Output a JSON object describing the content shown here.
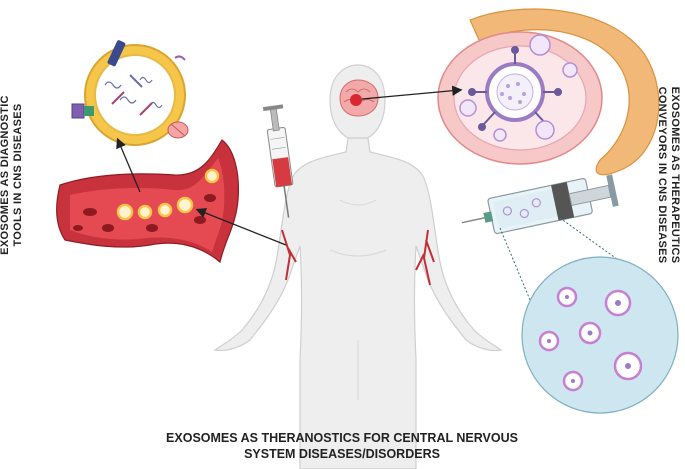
{
  "labels": {
    "left_line1": "EXOSOMES AS DIAGNOSTIC",
    "left_line2": "TOOLS IN CNS DISEASES",
    "right_line1": "EXOSOMES AS THERAPEUTICS",
    "right_line2": "CONVEYORS IN CNS DISEASES",
    "caption_line1": "EXOSOMES AS THERANOSTICS FOR CENTRAL NERVOUS",
    "caption_line2": "SYSTEM DISEASES/DISORDERS"
  },
  "colors": {
    "body_fill": "#eeeeee",
    "body_stroke": "#cfcfcf",
    "blood_vessel": "#c8323c",
    "vesicle_membrane": "#f5c64a",
    "brain_tissue": "#f7c8c8",
    "skull": "#f2b878",
    "exosome_purple": "#9a7cc4",
    "syringe_fluid": "#dfeef5",
    "zoom_circle": "#cde6ef",
    "arrow": "#222222"
  }
}
